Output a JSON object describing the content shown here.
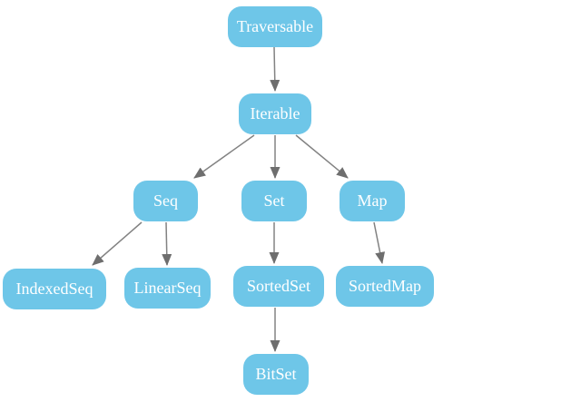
{
  "diagram": {
    "type": "hierarchy",
    "nodes": [
      {
        "id": "traversable",
        "label": "Traversable"
      },
      {
        "id": "iterable",
        "label": "Iterable"
      },
      {
        "id": "seq",
        "label": "Seq"
      },
      {
        "id": "set",
        "label": "Set"
      },
      {
        "id": "map",
        "label": "Map"
      },
      {
        "id": "indexedseq",
        "label": "IndexedSeq"
      },
      {
        "id": "linearseq",
        "label": "LinearSeq"
      },
      {
        "id": "sortedset",
        "label": "SortedSet"
      },
      {
        "id": "sortedmap",
        "label": "SortedMap"
      },
      {
        "id": "bitset",
        "label": "BitSet"
      }
    ],
    "edges": [
      {
        "from": "traversable",
        "to": "iterable"
      },
      {
        "from": "iterable",
        "to": "seq"
      },
      {
        "from": "iterable",
        "to": "set"
      },
      {
        "from": "iterable",
        "to": "map"
      },
      {
        "from": "seq",
        "to": "indexedseq"
      },
      {
        "from": "seq",
        "to": "linearseq"
      },
      {
        "from": "set",
        "to": "sortedset"
      },
      {
        "from": "map",
        "to": "sortedmap"
      },
      {
        "from": "sortedset",
        "to": "bitset"
      }
    ],
    "colors": {
      "node_fill": "#6EC6E8",
      "node_text": "#FFFFFF",
      "edge_line": "#828282",
      "edge_arrowhead": "#6E6E6E",
      "background": "#FFFFFF"
    }
  }
}
